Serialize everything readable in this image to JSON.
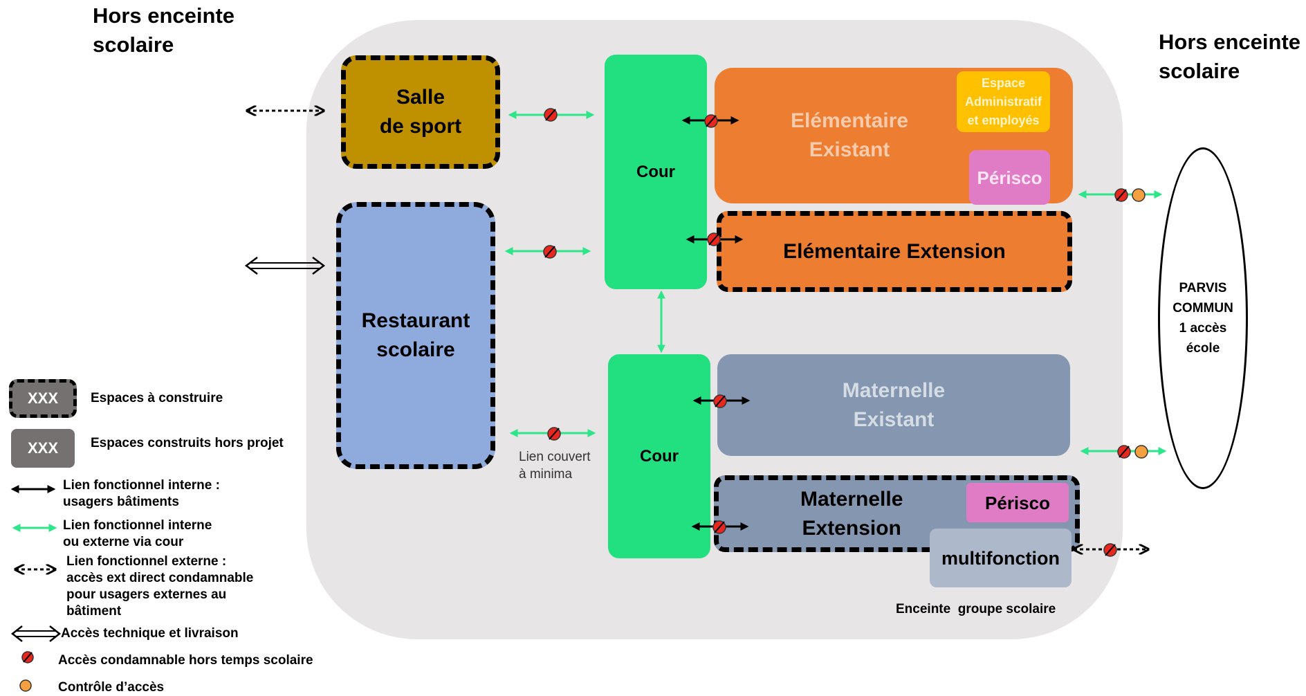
{
  "outside": {
    "left": "Hors enceinte\nscolaire",
    "right": "Hors enceinte\nscolaire"
  },
  "spaces": {
    "salle_sport": "Salle\nde sport",
    "restaurant": "Restaurant\nscolaire",
    "cour_haut": "Cour",
    "cour_bas": "Cour",
    "elementaire_existant": "Elémentaire\nExistant",
    "espace_admin": "Espace\nAdministratif\net employés",
    "perisco_elem": "Périsco",
    "elementaire_extension": "Elémentaire Extension",
    "maternelle_existant": "Maternelle\nExistant",
    "maternelle_extension": "Maternelle\nExtension",
    "perisco_mat": "Périsco",
    "multifonction": "multifonction",
    "parvis": "PARVIS\nCOMMUN\n1 accès\nécole"
  },
  "annotations": {
    "lien_couvert": "Lien couvert\nà minima",
    "enceinte": "Enceinte  groupe scolaire"
  },
  "legend": {
    "sample_text": "XXX",
    "a_construire": "Espaces à construire",
    "construits_hors_projet": "Espaces construits hors projet",
    "lien_interne": "Lien fonctionnel interne :\nusagers bâtiments",
    "lien_via_cour": "Lien fonctionnel interne\nou externe via cour",
    "lien_externe": "Lien fonctionnel externe :\naccès ext direct condamnable\npour usagers externes au\nbâtiment",
    "acces_technique": "Accès technique et livraison",
    "acces_condamnable": "Accès condamnable hors temps scolaire",
    "controle_acces": "Contrôle d’accès"
  },
  "colors": {
    "enclosure": "#e7e5e5",
    "sport": "#bf9000",
    "restaurant": "#8faadc",
    "cour": "#22e07f",
    "orange": "#ed7d31",
    "admin": "#ffc000",
    "perisco": "#e07bc5",
    "maternelle": "#8496b0",
    "multifonction": "#adb9ca",
    "green_link": "#2ee58a",
    "red_mark": "#e8281e",
    "access_control": "#f4a040",
    "legend_box": "#767171",
    "elem_text": "#f8cbad"
  }
}
